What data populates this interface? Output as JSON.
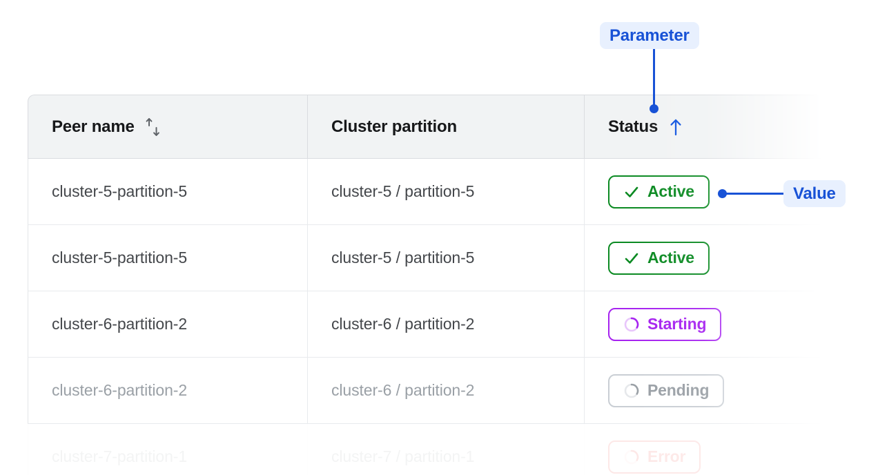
{
  "table": {
    "columns": [
      {
        "label": "Peer name",
        "sort_icon": "sort-updown-icon",
        "sorted": false
      },
      {
        "label": "Cluster partition",
        "sort_icon": null,
        "sorted": false
      },
      {
        "label": "Status",
        "sort_icon": "sort-up-icon",
        "sorted": true
      }
    ],
    "rows": [
      {
        "peer_name": "cluster-5-partition-5",
        "cluster_partition": "cluster-5 / partition-5",
        "status": "Active",
        "status_kind": "active",
        "status_icon": "check-icon",
        "dim": false,
        "ghost": false
      },
      {
        "peer_name": "cluster-5-partition-5",
        "cluster_partition": "cluster-5 / partition-5",
        "status": "Active",
        "status_kind": "active",
        "status_icon": "check-icon",
        "dim": false,
        "ghost": false
      },
      {
        "peer_name": "cluster-6-partition-2",
        "cluster_partition": "cluster-6 / partition-2",
        "status": "Starting",
        "status_kind": "starting",
        "status_icon": "spinner-icon",
        "dim": false,
        "ghost": false
      },
      {
        "peer_name": "cluster-6-partition-2",
        "cluster_partition": "cluster-6 / partition-2",
        "status": "Pending",
        "status_kind": "pending",
        "status_icon": "spinner-icon",
        "dim": true,
        "ghost": false
      },
      {
        "peer_name": "cluster-7-partition-1",
        "cluster_partition": "cluster-7 / partition-1",
        "status": "Error",
        "status_kind": "error",
        "status_icon": "spinner-icon",
        "dim": true,
        "ghost": true
      }
    ]
  },
  "annotations": {
    "parameter": {
      "label": "Parameter",
      "points_to": "status-column-header"
    },
    "value": {
      "label": "Value",
      "points_to": "status-badge-row-1"
    }
  },
  "colors": {
    "annotation_text": "#1852d6",
    "annotation_background": "#e8f0fe",
    "status_active": "#0b8a22",
    "status_starting": "#a623f0",
    "status_pending": "#9aa0a6",
    "status_error": "#e8453c",
    "header_background": "#f1f3f4",
    "border": "#dadce0"
  }
}
